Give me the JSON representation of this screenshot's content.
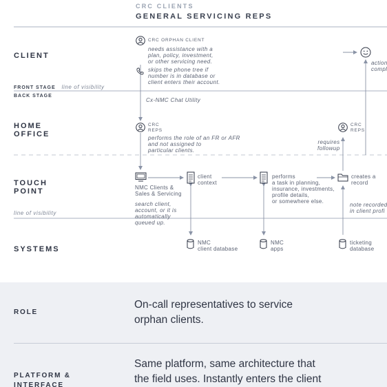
{
  "header": {
    "super": "CRC CLIENTS",
    "title": "GENERAL SERVICING REPS"
  },
  "lanes": {
    "client": "CLIENT",
    "front_stage": "FRONT STAGE",
    "front_visibility": "line of visibility",
    "back_stage": "BACK STAGE",
    "home_office": [
      "HOME",
      "OFFICE"
    ],
    "touch_point": [
      "TOUCH",
      "POINT"
    ],
    "line_of_visibility": "line of visibility",
    "systems": "SYSTEMS"
  },
  "client": {
    "persona_label": "CRC ORPHAN CLIENT",
    "needs": [
      "needs assistance with a",
      "plan, policy, investment,",
      "or other servicing need."
    ],
    "phone": [
      "skips the phone tree if",
      "number is in database or",
      "client enters their account."
    ],
    "action_partial": [
      "action",
      "compl"
    ]
  },
  "home_office": {
    "channel": "Cx-NMC Chat Utility",
    "rep_label": [
      "CRC",
      "REPS"
    ],
    "role_note": [
      "performs the role of an FR or AFR",
      "and not assigned to",
      "particular clients."
    ],
    "rep2_label": [
      "CRC",
      "REPS"
    ],
    "followup": [
      "requires",
      "followup"
    ]
  },
  "touch_point": {
    "nmc_label": [
      "NMC Clients &",
      "Sales & Servicing"
    ],
    "search": [
      "search client,",
      "account, or it is",
      "automatically",
      "queued up."
    ],
    "client_context": [
      "client",
      "context"
    ],
    "performs": [
      "performs",
      "a task in planning,",
      "insurance, investments,",
      "profile details,",
      "or somewhere else."
    ],
    "creates": [
      "creates a",
      "record"
    ],
    "note_recorded": [
      "note recorded",
      "in client profi"
    ]
  },
  "systems": {
    "db1": [
      "NMC",
      "client database"
    ],
    "db2": [
      "NMC",
      "apps"
    ],
    "db3": [
      "ticketing",
      "database"
    ]
  },
  "bottom": {
    "role_label": "ROLE",
    "role_text": [
      "On-call representatives to service",
      "orphan clients."
    ],
    "platform_label": [
      "PLATFORM &",
      "INTERFACE"
    ],
    "platform_text": [
      "Same platform, same architecture that",
      "the field uses. Instantly enters the client"
    ]
  },
  "colors": {
    "line": "#8a93a6",
    "ink": "#2f3544",
    "panel": "#eef0f4"
  }
}
